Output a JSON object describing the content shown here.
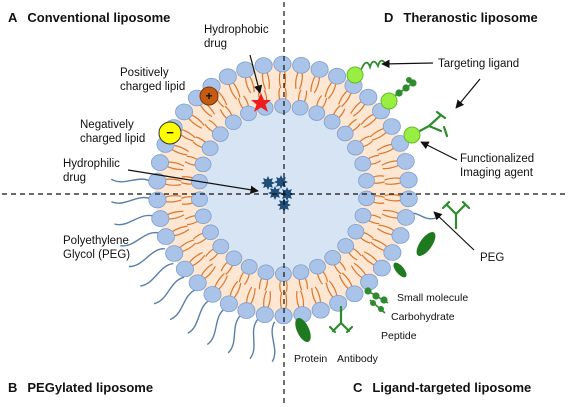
{
  "quadrants": {
    "a": {
      "letter": "A",
      "title": "Conventional liposome"
    },
    "b": {
      "letter": "B",
      "title": "PEGylated liposome"
    },
    "c": {
      "letter": "C",
      "title": "Ligand-targeted liposome"
    },
    "d": {
      "letter": "D",
      "title": "Theranostic liposome"
    }
  },
  "labels": {
    "hydrophobic_drug": [
      "Hydrophobic",
      "drug"
    ],
    "positively_charged_lipid": [
      "Positively",
      "charged lipid"
    ],
    "negatively_charged_lipid": [
      "Negatively",
      "charged lipid"
    ],
    "hydrophilic_drug": [
      "Hydrophilic",
      "drug"
    ],
    "peg_long": [
      "Polyethylene",
      "Glycol (PEG)"
    ],
    "targeting_ligand": "Targeting ligand",
    "imaging_agent": [
      "Functionalized",
      "Imaging agent"
    ],
    "peg_short": "PEG",
    "small_molecule": "Small molecule",
    "carbohydrate": "Carbohydrate",
    "peptide": "Peptide",
    "protein": "Protein",
    "antibody": "Antibody"
  },
  "symbols": {
    "plus": "+",
    "minus": "−"
  },
  "colors": {
    "lipid_head": "#a9c4e8",
    "lipid_head_stroke": "#7d9fcf",
    "lipid_tail": "#d9772c",
    "bilayer_fill": "#fde6d2",
    "core_fill": "#d7e4f4",
    "drug_hydrophilic": "#1f4e79",
    "drug_hydrophobic": "#ee1c1c",
    "positive_lipid": "#c55a11",
    "negative_lipid": "#ffff00",
    "peg_chain": "#5a7fa8",
    "ligand_green": "#2e8b2e",
    "imaging_agent": "#99ee44"
  }
}
